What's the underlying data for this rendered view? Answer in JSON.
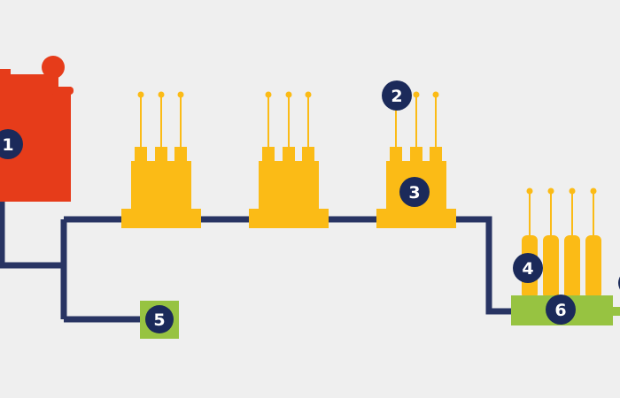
{
  "diagram": {
    "colors": {
      "background": "#efefef",
      "pipe": "#283463",
      "yellow": "#fbbb16",
      "red": "#e63c1a",
      "green": "#97c341",
      "badge": "#1b2a5a",
      "badge_text": "#ffffff"
    },
    "badges": [
      {
        "id": "1",
        "label": "1"
      },
      {
        "id": "2",
        "label": "2"
      },
      {
        "id": "3",
        "label": "3"
      },
      {
        "id": "4",
        "label": "4"
      },
      {
        "id": "5",
        "label": "5"
      },
      {
        "id": "6",
        "label": "6"
      }
    ]
  }
}
